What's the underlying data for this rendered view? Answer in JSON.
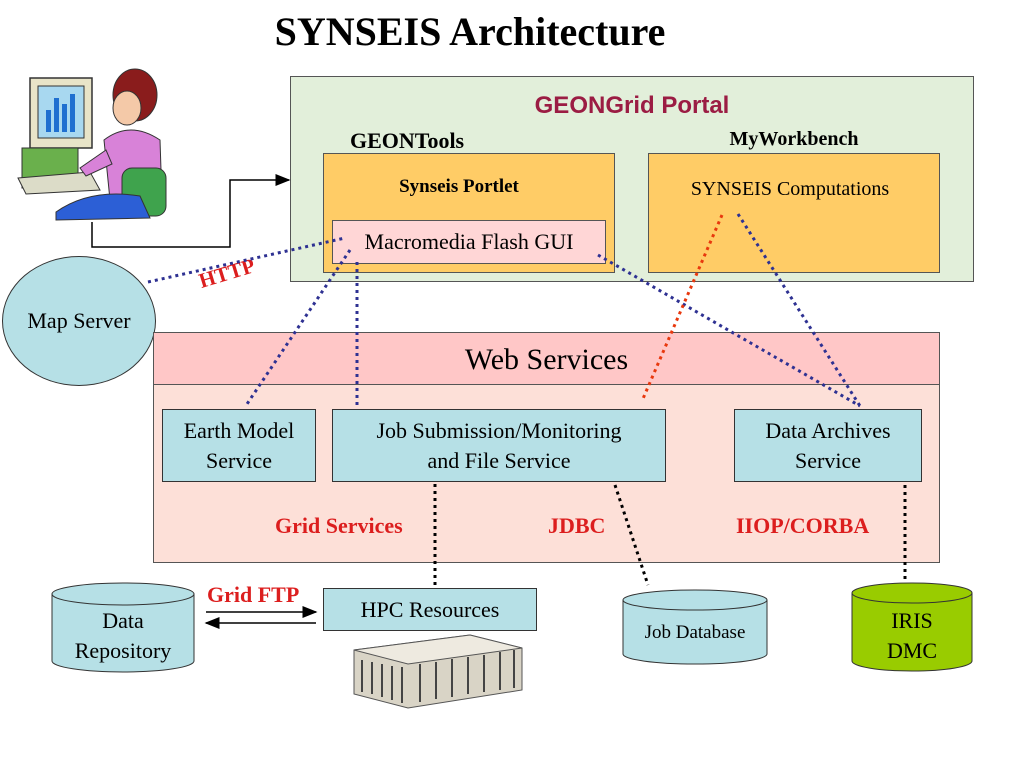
{
  "title": "SYNSEIS Architecture",
  "portal": {
    "title": "GEONGrid Portal",
    "geontools_label": "GEONTools",
    "myworkbench_label": "MyWorkbench",
    "portlet_label": "Synseis Portlet",
    "gui_label": "Macromedia Flash GUI",
    "computations_label": "SYNSEIS Computations"
  },
  "map_server": "Map Server",
  "http_label": "HTTP",
  "web_services": {
    "header": "Web Services",
    "earth_model": [
      "Earth Model",
      "Service"
    ],
    "job_submission": [
      "Job Submission/Monitoring",
      "and File Service"
    ],
    "data_archives": [
      "Data Archives",
      "Service"
    ],
    "grid_services_label": "Grid Services",
    "jdbc_label": "JDBC",
    "iiop_label": "IIOP/CORBA"
  },
  "bottom": {
    "grid_ftp_label": "Grid FTP",
    "data_repository": [
      "Data",
      "Repository"
    ],
    "hpc_resources": "HPC Resources",
    "job_database": "Job Database",
    "iris_dmc": [
      "IRIS",
      "DMC"
    ]
  },
  "colors": {
    "portal_title": "#9b1c43",
    "protocol_labels": "#dc1e1e",
    "portal_bg": "#e2efda",
    "portlet_bg": "#ffcc66",
    "service_bg": "#b6e0e6",
    "web_services_bg": "#fde0d8",
    "iris_bg": "#99cc00",
    "blue_link": "#2e3192",
    "red_link": "#e8380d"
  },
  "icons": [
    "user-at-computer-icon",
    "server-racks-icon"
  ]
}
